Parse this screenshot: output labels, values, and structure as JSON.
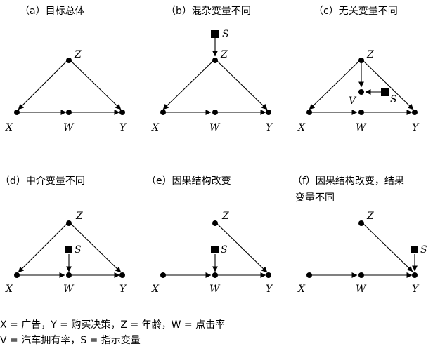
{
  "panels": [
    {
      "id": "a",
      "label": "（a）目标总体"
    },
    {
      "id": "b",
      "label": "（b）混杂变量不同"
    },
    {
      "id": "c",
      "label": "（c）无关变量不同"
    },
    {
      "id": "d",
      "label": "（d）中介变量不同"
    },
    {
      "id": "e",
      "label": "（e）因果结构改变"
    },
    {
      "id": "f",
      "label_line1": "（f）因果结构改变，结果",
      "label_line2": "变量不同"
    }
  ],
  "variables": {
    "X": "X",
    "Y": "Y",
    "Z": "Z",
    "W": "W",
    "S": "S",
    "V": "V"
  },
  "legend": {
    "line1": "X = 广告，Y = 购买决策，Z = 年龄，W = 点击率",
    "line2": "V = 汽车拥有率，S = 指示变量"
  }
}
